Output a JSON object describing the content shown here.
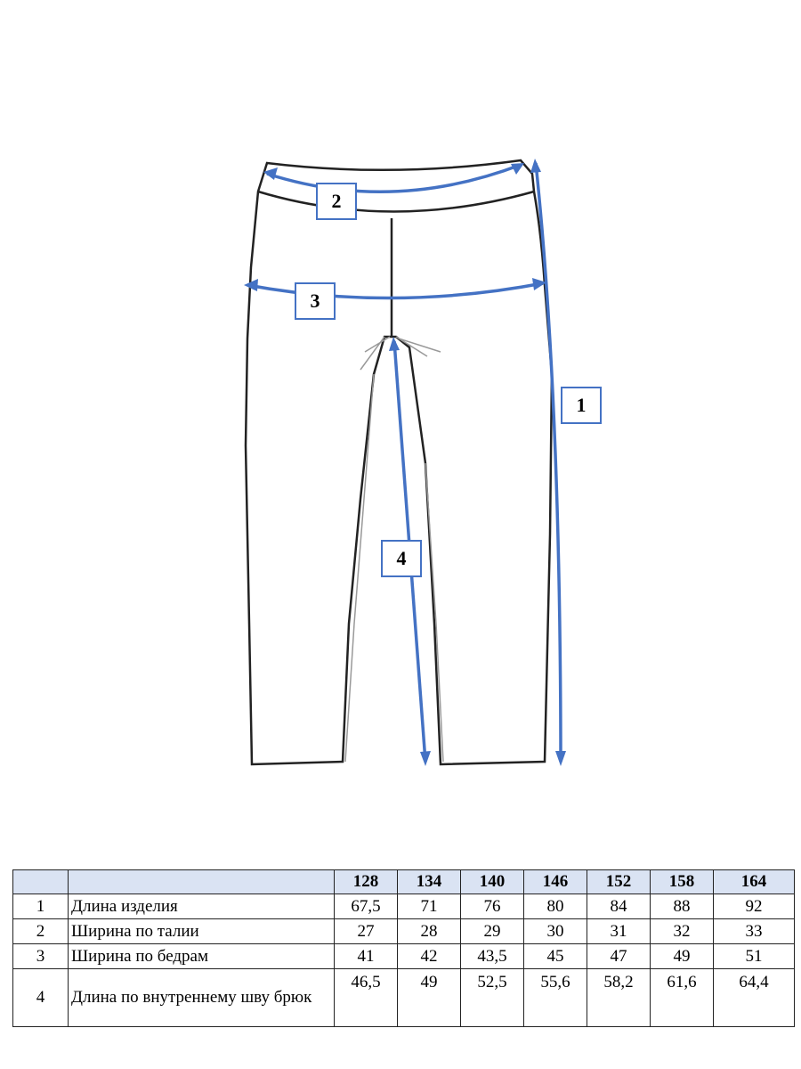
{
  "diagram": {
    "labels": [
      "1",
      "2",
      "3",
      "4"
    ],
    "accent_color": "#4472C4"
  },
  "table": {
    "sizes": [
      "128",
      "134",
      "140",
      "146",
      "152",
      "158",
      "164"
    ],
    "rows": [
      {
        "num": "1",
        "name": "Длина изделия",
        "values": [
          "67,5",
          "71",
          "76",
          "80",
          "84",
          "88",
          "92"
        ]
      },
      {
        "num": "2",
        "name": "Ширина по талии",
        "values": [
          "27",
          "28",
          "29",
          "30",
          "31",
          "32",
          "33"
        ]
      },
      {
        "num": "3",
        "name": "Ширина по бедрам",
        "values": [
          "41",
          "42",
          "43,5",
          "45",
          "47",
          "49",
          "51"
        ]
      },
      {
        "num": "4",
        "name": "Длина по внутреннему шву брюк",
        "values": [
          "46,5",
          "49",
          "52,5",
          "55,6",
          "58,2",
          "61,6",
          "64,4"
        ]
      }
    ]
  }
}
